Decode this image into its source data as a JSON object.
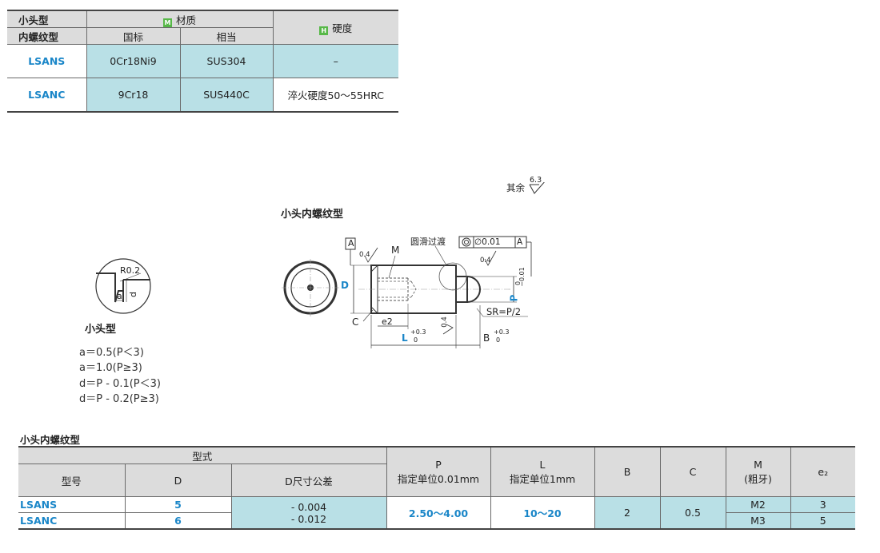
{
  "material_table": {
    "head_row1": {
      "type_label": "小头型",
      "material_badge": "M",
      "material_label": "材质",
      "hardness_badge": "H",
      "hardness_label": "硬度"
    },
    "head_row2": {
      "type_label": "内螺纹型",
      "gb_label": "国标",
      "equiv_label": "相当"
    },
    "rows": [
      {
        "code": "LSANS",
        "gb": "0Cr18Ni9",
        "equiv": "SUS304",
        "hardness": "–"
      },
      {
        "code": "LSANC",
        "gb": "9Cr18",
        "equiv": "SUS440C",
        "hardness": "淬火硬度50～55HRC"
      }
    ]
  },
  "drawing": {
    "title": "小头内螺纹型",
    "rest_roughness_label": "其余",
    "rest_roughness_value": "6.3",
    "datum_a": "A",
    "roughness_04": "0.4",
    "thread_label": "M",
    "smooth_transition_label": "圆滑过渡",
    "concentricity_value": "∅0.01",
    "concentricity_datum": "A",
    "dim_d": "D",
    "dim_p": "P",
    "p_tol_upper": "0",
    "p_tol_lower": "−0.01",
    "sr_label": "SR=P/2",
    "chamfer_label": "C",
    "e2_label": "e2",
    "dim_l": "L",
    "l_tol_upper": "+0.3",
    "l_tol_lower": "0",
    "dim_b": "B",
    "b_tol_upper": "+0.3",
    "b_tol_lower": "0"
  },
  "detail": {
    "radius_label": "R0.2",
    "a_label": "a",
    "d_label": "d",
    "title": "小头型",
    "formulas": [
      "a＝0.5(P＜3)",
      "a＝1.0(P≥3)",
      "d＝P - 0.1(P＜3)",
      "d＝P - 0.2(P≥3)"
    ]
  },
  "spec_table": {
    "title": "小头内螺纹型",
    "head": {
      "type_group": "型式",
      "model": "型号",
      "d": "D",
      "d_tol": "D尺寸公差",
      "p": "P",
      "p_unit": "指定单位0.01mm",
      "l": "L",
      "l_unit": "指定单位1mm",
      "b": "B",
      "c": "C",
      "m": "M",
      "m_sub": "(粗牙)",
      "e2": "e₂"
    },
    "rows": [
      {
        "model": "LSANS",
        "d": "5",
        "m": "M2",
        "e2": "3"
      },
      {
        "model": "LSANC",
        "d": "6",
        "m": "M3",
        "e2": "5"
      }
    ],
    "shared": {
      "d_tol_upper": "- 0.004",
      "d_tol_lower": "- 0.012",
      "p_range": "2.50～4.00",
      "l_range": "10～20",
      "b": "2",
      "c": "0.5"
    }
  }
}
